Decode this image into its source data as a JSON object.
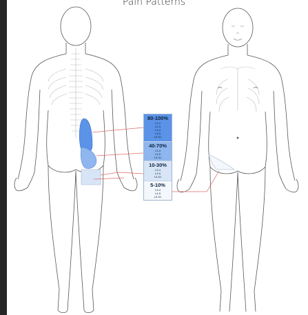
{
  "title": "Pain Patterns",
  "colors": {
    "level_1": "#5b93e8",
    "level_2": "#8fb6ee",
    "level_3": "#d7e5f7",
    "level_4": "#f4f7fb",
    "connector": "#e06a6a",
    "outline": "#444444"
  },
  "legend": [
    {
      "percent": "80-100%",
      "levels": [
        "L1-2",
        "L2-3",
        "L3-4",
        "L4-5",
        "L5-S1"
      ]
    },
    {
      "percent": "40-70%",
      "levels": [
        "L3-4",
        "L4-5",
        "L5-S1"
      ]
    },
    {
      "percent": "10-30%",
      "levels": [
        "L3-4",
        "L4-5",
        "L5-S1"
      ]
    },
    {
      "percent": "5-10%",
      "levels": [
        "L3-4",
        "L4-5",
        "L5-S1"
      ]
    }
  ]
}
